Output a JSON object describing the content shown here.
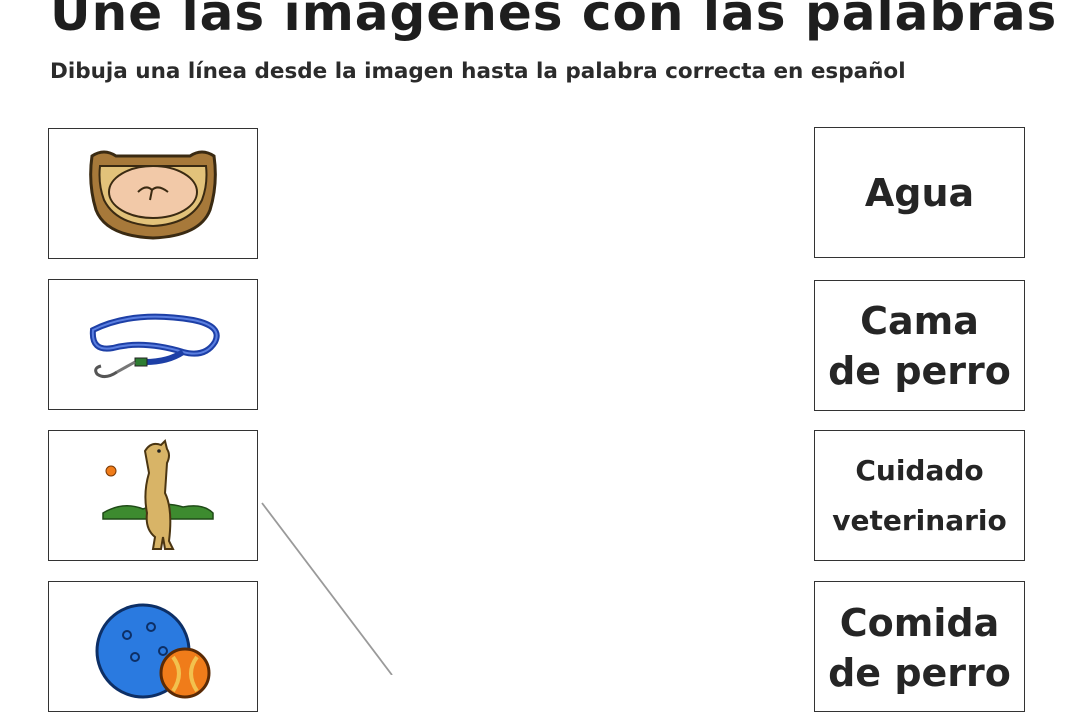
{
  "worksheet": {
    "title": "Une las imágenes con las palabras",
    "subtitle": "Dibuja una línea desde la imagen hasta la palabra correcta en español"
  },
  "pictures": [
    {
      "icon": "dog-bed-icon"
    },
    {
      "icon": "leash-icon"
    },
    {
      "icon": "dog-icon"
    },
    {
      "icon": "ball-toys-icon"
    }
  ],
  "words": [
    {
      "lines": [
        "Agua"
      ]
    },
    {
      "lines": [
        "Cama",
        "de perro"
      ]
    },
    {
      "lines": [
        "Cuidado",
        "veterinario"
      ]
    },
    {
      "lines": [
        "Comida",
        "de perro"
      ]
    }
  ],
  "colors": {
    "border": "#333333",
    "text": "#222222",
    "bed_brown": "#a7793a",
    "bed_pink": "#f2c9a8",
    "leash_blue": "#1d3fa6",
    "dog_tan": "#d8b467",
    "grass_green": "#3d8b2f",
    "ball_blue": "#2a7ae0",
    "ball_orange": "#f07c1a"
  }
}
